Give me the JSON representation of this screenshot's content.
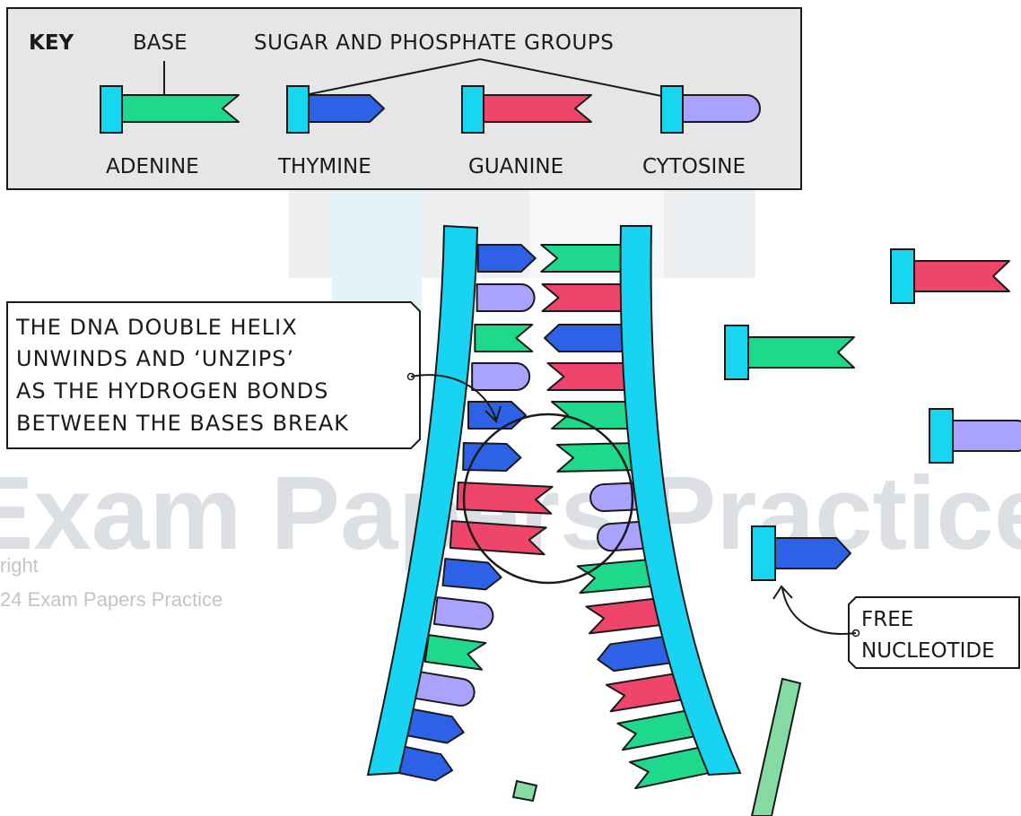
{
  "key": {
    "title": "KEY",
    "base_label": "BASE",
    "sugar_phosphate_label": "SUGAR AND PHOSPHATE GROUPS",
    "nucleotides": [
      {
        "name": "ADENINE",
        "color": "#1ed98c",
        "end": "notch"
      },
      {
        "name": "THYMINE",
        "color": "#2e62e6",
        "end": "point"
      },
      {
        "name": "GUANINE",
        "color": "#f0456a",
        "end": "notch"
      },
      {
        "name": "CYTOSINE",
        "color": "#a9a2ff",
        "end": "round"
      }
    ]
  },
  "annotation": {
    "lines": [
      "THE DNA DOUBLE HELIX",
      "UNWINDS AND ‘UNZIPS’",
      "AS THE HYDROGEN BONDS",
      "BETWEEN THE BASES BREAK"
    ]
  },
  "free_label": {
    "lines": [
      "FREE",
      "NUCLEOTIDE"
    ]
  },
  "watermark": {
    "brand": "Exam Papers Practice",
    "line1": "right",
    "line2": "24 Exam Papers Practice"
  },
  "colors": {
    "backbone": "#17d4f2",
    "sugar_phosphate": "#16d6f0",
    "outline": "#1a1a1a",
    "key_bg": "#e6e6e6",
    "adenine": "#1ed98c",
    "thymine": "#2e62e6",
    "guanine": "#f0456a",
    "cytosine": "#a9a2ff"
  }
}
